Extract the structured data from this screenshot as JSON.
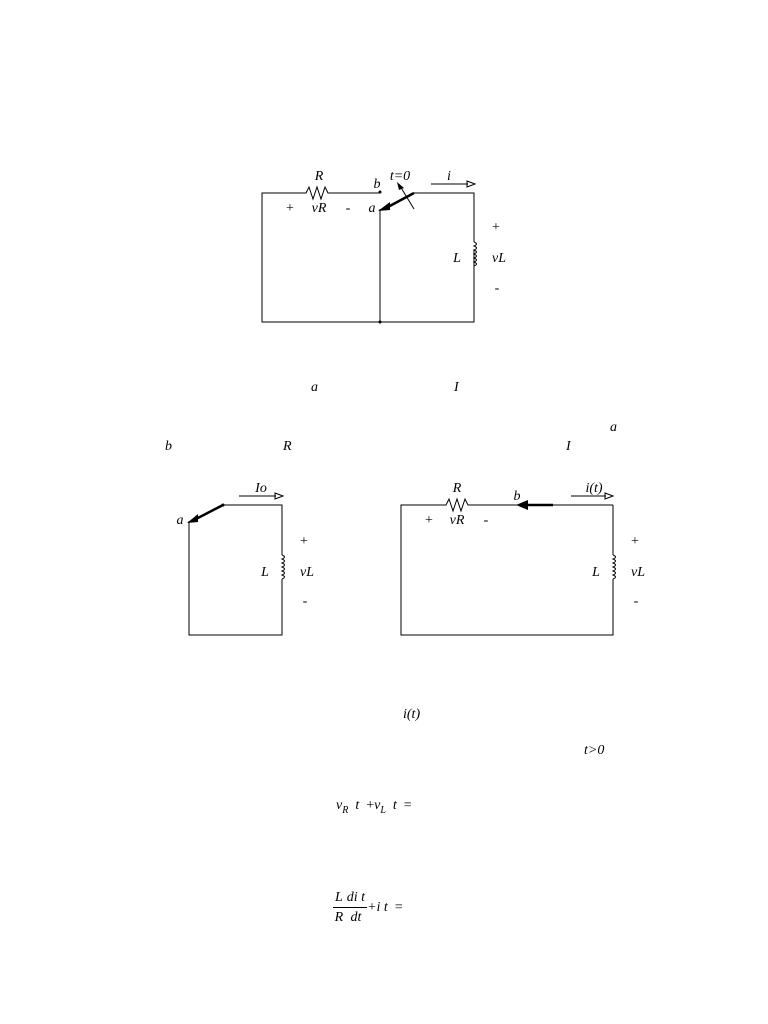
{
  "circuit_top": {
    "r_label": "R",
    "vr_label": "vR",
    "plus": "+",
    "minus": "-",
    "b_label": "b",
    "a_label": "a",
    "switch_time": "t=0",
    "current_label": "i",
    "l_label": "L",
    "vl_label": "vL"
  },
  "circuit_left": {
    "current_label": "Io",
    "a_label": "a",
    "l_label": "L",
    "vl_label": "vL",
    "plus": "+",
    "minus": "-"
  },
  "circuit_right": {
    "r_label": "R",
    "vr_label": "vR",
    "plus": "+",
    "minus": "-",
    "b_label": "b",
    "current_label": "i(t)",
    "l_label": "L",
    "vl_label": "vL"
  },
  "text_fragments": {
    "a1": "a",
    "I1": "I",
    "a2": "a",
    "b1": "b",
    "R1": "R",
    "I2": "I",
    "it": "i(t)",
    "tgt0": "t>0"
  },
  "equations": {
    "eq1": {
      "v1": "v",
      "sub1": "R",
      "t1": "t",
      "plus": "+",
      "v2": "v",
      "sub2": "L",
      "t2": "t",
      "equals": "="
    },
    "eq2": {
      "num_L": "L",
      "den_R": "R",
      "num_di": "di t",
      "den_dt": "dt",
      "plus_i": "+i",
      "t": "t",
      "equals": "="
    }
  }
}
